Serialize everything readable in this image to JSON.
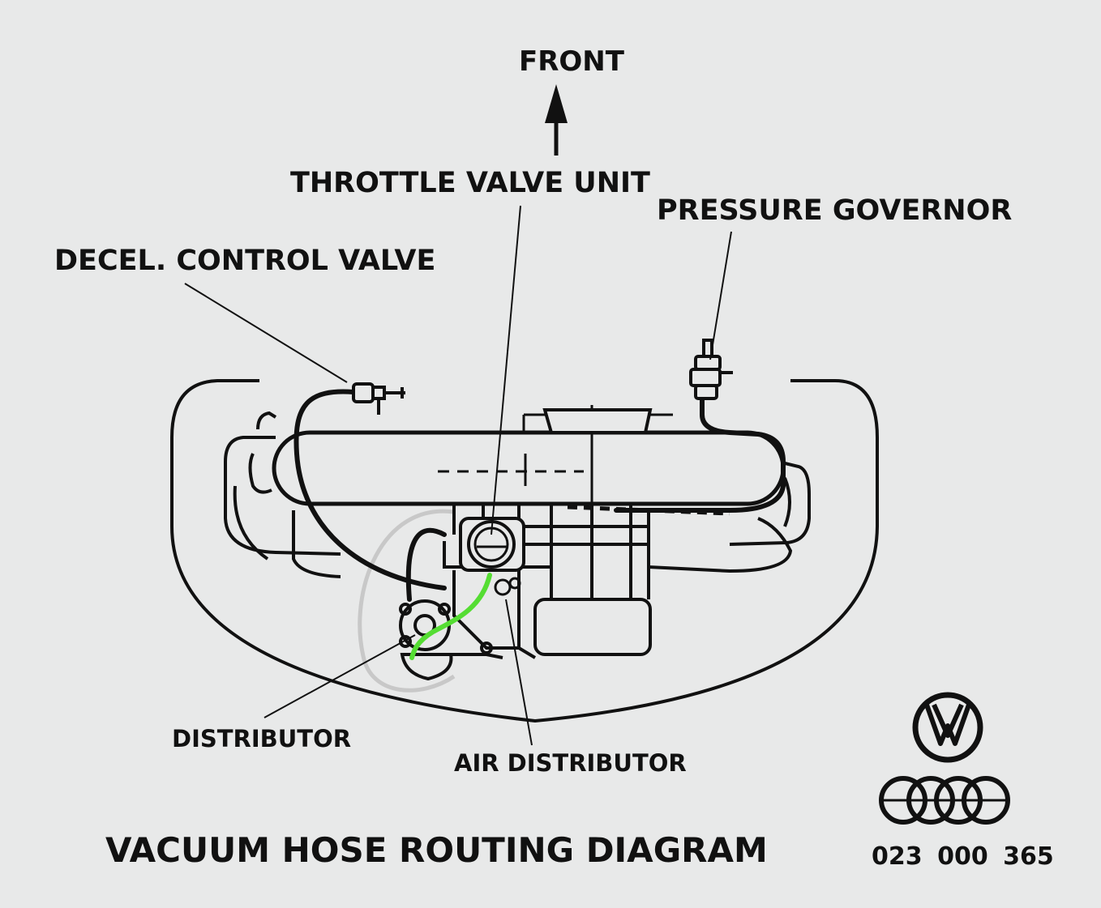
{
  "labels": {
    "front": "FRONT",
    "throttle_valve_unit": "THROTTLE VALVE UNIT",
    "pressure_governor": "PRESSURE GOVERNOR",
    "decel_control_valve": "DECEL. CONTROL VALVE",
    "distributor": "DISTRIBUTOR",
    "air_distributor": "AIR DISTRIBUTOR"
  },
  "footer": {
    "title": "VACUUM HOSE ROUTING DIAGRAM",
    "part_number": "023  000  365"
  },
  "colors": {
    "background": "#e8e9e9",
    "line": "#111111",
    "highlight_hose": "#55dd33",
    "ghost_hose": "#c8c8c8"
  },
  "logos": [
    "vw-logo",
    "audi-rings-logo"
  ]
}
